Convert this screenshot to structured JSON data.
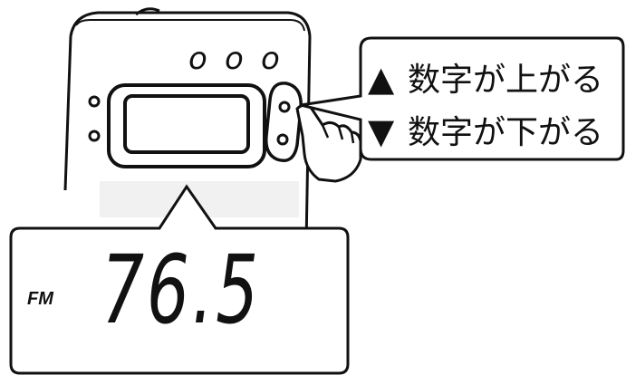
{
  "callout": {
    "up_label": "数字が上がる",
    "down_label": "数字が下がる",
    "up_symbol": "▲",
    "down_symbol": "▼"
  },
  "lcd": {
    "band": "FM",
    "frequency": "76.5"
  },
  "device": {
    "dots": [
      "o",
      "o",
      "o"
    ]
  },
  "colors": {
    "ink": "#111111",
    "paper": "#ffffff",
    "speckle": "#d8d8d8"
  }
}
